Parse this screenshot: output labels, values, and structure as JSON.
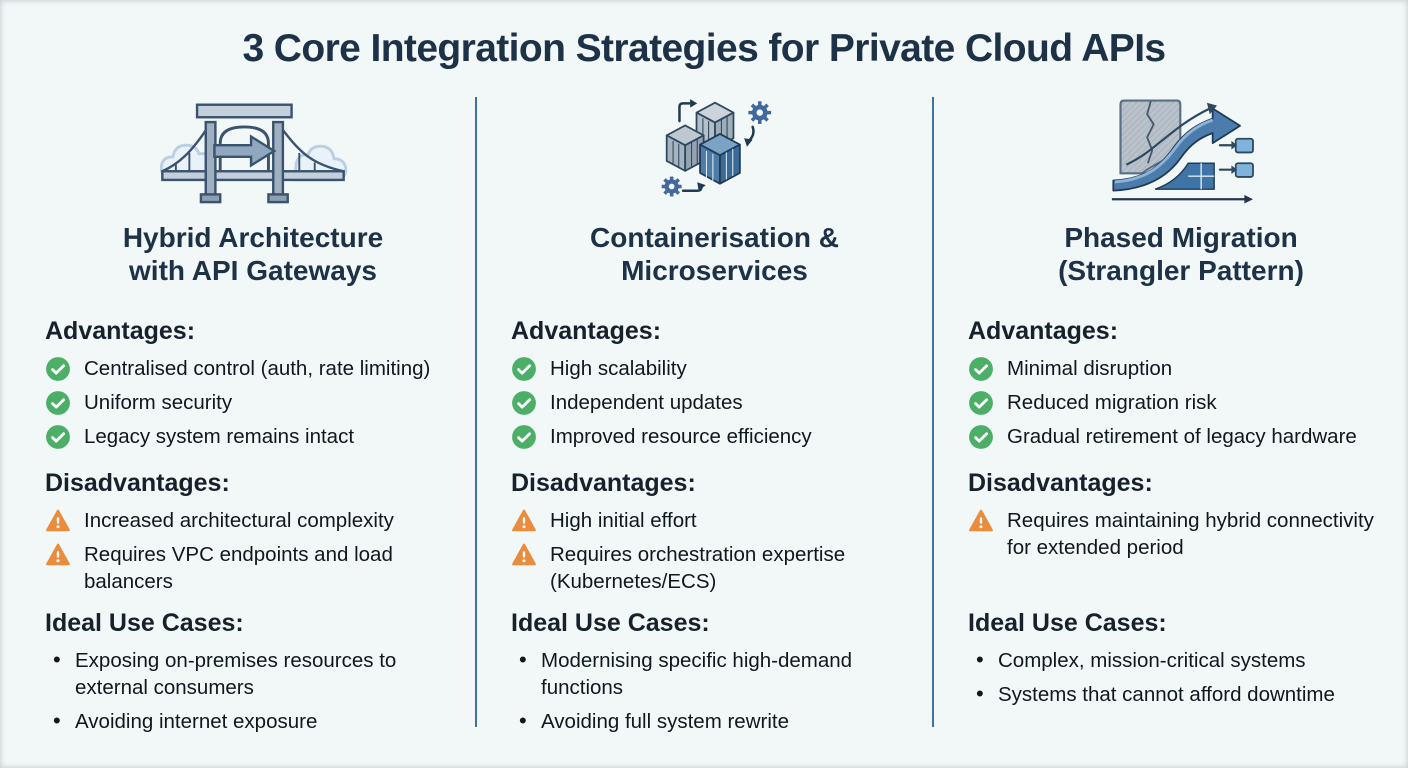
{
  "page": {
    "title": "3 Core Integration Strategies for Private Cloud APIs"
  },
  "labels": {
    "advantages": "Advantages:",
    "disadvantages": "Disadvantages:",
    "use_cases": "Ideal Use Cases:"
  },
  "colors": {
    "background": "#f2f7f8",
    "title_text": "#1d3147",
    "body_text": "#10181f",
    "advantage_check": "#4caf68",
    "warning_triangle": "#e98c3d",
    "divider_line": "#3f74a2",
    "icon_blue": "#4b7cab",
    "icon_gray": "#b3bdc7"
  },
  "columns": [
    {
      "icon": "bridge-cloud-gateway-icon",
      "title_line1": "Hybrid Architecture",
      "title_line2": "with API Gateways",
      "advantages": [
        "Centralised control (auth, rate limiting)",
        "Uniform security",
        "Legacy system remains intact"
      ],
      "disadvantages": [
        "Increased architectural complexity",
        "Requires VPC endpoints and load balancers"
      ],
      "use_cases": [
        "Exposing on-premises resources to external consumers",
        "Avoiding internet exposure"
      ]
    },
    {
      "icon": "containers-gears-icon",
      "title_line1": "Containerisation &",
      "title_line2": "Microservices",
      "advantages": [
        "High scalability",
        "Independent updates",
        "Improved resource efficiency"
      ],
      "disadvantages": [
        "High initial effort",
        "Requires orchestration expertise (Kubernetes/ECS)"
      ],
      "use_cases": [
        "Modernising specific high-demand functions",
        "Avoiding full system rewrite"
      ]
    },
    {
      "icon": "strangler-migration-curve-icon",
      "title_line1": "Phased Migration",
      "title_line2": "(Strangler Pattern)",
      "advantages": [
        "Minimal disruption",
        "Reduced migration risk",
        "Gradual retirement of legacy hardware"
      ],
      "disadvantages": [
        "Requires maintaining hybrid connectivity for extended period"
      ],
      "use_cases": [
        "Complex, mission-critical systems",
        "Systems that cannot afford downtime"
      ]
    }
  ]
}
